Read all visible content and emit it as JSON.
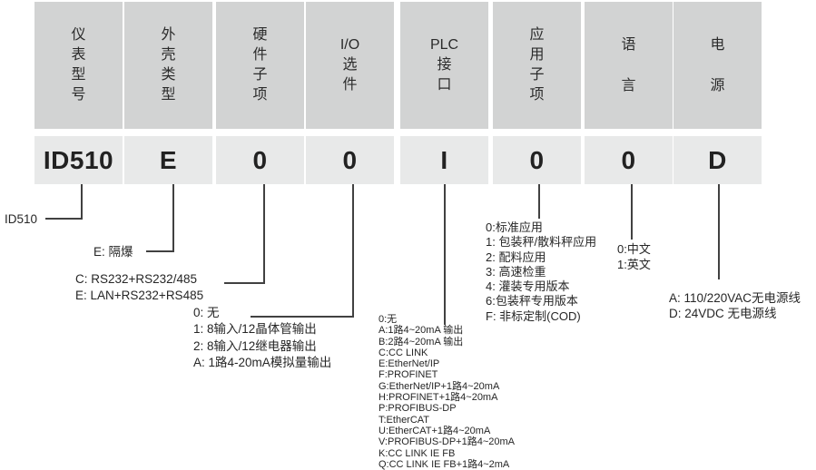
{
  "diagram": {
    "columns": [
      {
        "key": "model",
        "header": "仪表型号",
        "header_lines": "仪\n表\n型\n号",
        "value": "ID510"
      },
      {
        "key": "enclosure",
        "header": "外壳类型",
        "header_lines": "外\n壳\n类\n型",
        "value": "E"
      },
      {
        "key": "hardware",
        "header": "硬件子项",
        "header_lines": "硬\n件\n子\n项",
        "value": "0"
      },
      {
        "key": "io",
        "header": "I/O选件",
        "header_lines": "I/O\n选\n件",
        "value": "0"
      },
      {
        "key": "plc",
        "header": "PLC接口",
        "header_lines": "PLC\n接\n口",
        "value": "I"
      },
      {
        "key": "application",
        "header": "应用子项",
        "header_lines": "应\n用\n子\n项",
        "value": "0"
      },
      {
        "key": "language",
        "header": "语言",
        "header_lines": "语\n言",
        "value": "0"
      },
      {
        "key": "power",
        "header": "电源",
        "header_lines": "电\n源",
        "value": "D"
      }
    ],
    "annotations": {
      "model": [
        "ID510"
      ],
      "enclosure": [
        "E: 隔爆"
      ],
      "hardware": [
        "C: RS232+RS232/485",
        "E: LAN+RS232+RS485"
      ],
      "io": [
        "0: 无",
        "1: 8输入/12晶体管输出",
        "2: 8输入/12继电器输出",
        "A: 1路4-20mA模拟量输出"
      ],
      "plc": [
        "0:无",
        "A:1路4~20mA 输出",
        "B:2路4~20mA 输出",
        "C:CC LINK",
        "E:EtherNet/IP",
        "F:PROFINET",
        "G:EtherNet/IP+1路4~20mA",
        "H:PROFINET+1路4~20mA",
        "P:PROFIBUS-DP",
        "T:EtherCAT",
        "U:EtherCAT+1路4~20mA",
        "V:PROFIBUS-DP+1路4~20mA",
        "K:CC LINK IE FB",
        "Q:CC LINK IE FB+1路4~2mA"
      ],
      "application": [
        "0:标准应用",
        "1: 包装秤/散料秤应用",
        "2: 配料应用",
        "3: 高速检重",
        "4: 灌装专用版本",
        "6:包装秤专用版本",
        "F: 非标定制(COD)"
      ],
      "language": [
        "0:中文",
        "1:英文"
      ],
      "power": [
        "A: 110/220VAC无电源线",
        "D: 24VDC 无电源线"
      ]
    },
    "colors": {
      "header_box": "#d2d3d3",
      "value_box": "#e8e9e9",
      "connector_line": "#414141",
      "text": "#262626"
    }
  }
}
